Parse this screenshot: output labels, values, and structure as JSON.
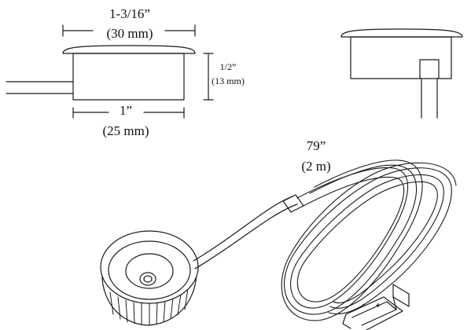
{
  "dimensions": {
    "top_width_fraction": "1-3/16”",
    "top_width_mm": "(30 mm)",
    "height_fraction": "1/2”",
    "height_mm": "(13 mm)",
    "bottom_width_inch": "1”",
    "bottom_width_mm": "(25 mm)",
    "cable_length_inch": "79”",
    "cable_length_m": "(2 m)"
  },
  "connector": {
    "minus_mark": "-",
    "plus_mark": "+"
  },
  "colors": {
    "line": "#1a1a1a",
    "background": "#ffffff"
  }
}
